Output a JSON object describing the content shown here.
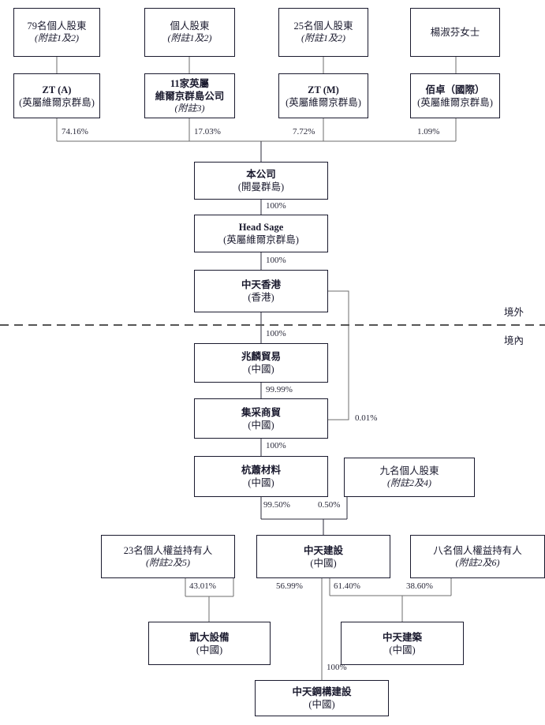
{
  "diagram": {
    "title": "Shareholding and corporate structure chart",
    "colors": {
      "box_border": "#1a1a2e",
      "wire": "#6d6d6d",
      "wire_dark": "#2a2a3a",
      "divider": "#555555",
      "text": "#1a1a2e",
      "background": "#ffffff"
    },
    "zone_labels": {
      "offshore": "境外",
      "onshore": "境內"
    },
    "nodes": [
      {
        "id": "n_79",
        "lines": [
          {
            "t": "79名個人股東",
            "s": "plain"
          },
          {
            "t": "(附註1及2)",
            "s": "ital"
          }
        ]
      },
      {
        "id": "n_indiv",
        "lines": [
          {
            "t": "個人股東",
            "s": "plain"
          },
          {
            "t": "(附註1及2)",
            "s": "ital"
          }
        ]
      },
      {
        "id": "n_25",
        "lines": [
          {
            "t": "25名個人股東",
            "s": "plain"
          },
          {
            "t": "(附註1及2)",
            "s": "ital"
          }
        ]
      },
      {
        "id": "n_yang",
        "lines": [
          {
            "t": "楊淑芬女士",
            "s": "plain"
          }
        ]
      },
      {
        "id": "n_zta",
        "lines": [
          {
            "t": "ZT (A)",
            "s": "bold"
          },
          {
            "t": "(英屬維爾京群島)",
            "s": "sub"
          }
        ]
      },
      {
        "id": "n_11bvi",
        "lines": [
          {
            "t": "11家英屬",
            "s": "bold"
          },
          {
            "t": "維爾京群島公司",
            "s": "bold"
          },
          {
            "t": "(附註3)",
            "s": "ital"
          }
        ]
      },
      {
        "id": "n_ztm",
        "lines": [
          {
            "t": "ZT (M)",
            "s": "bold"
          },
          {
            "t": "(英屬維爾京群島)",
            "s": "sub"
          }
        ]
      },
      {
        "id": "n_bozhuo",
        "lines": [
          {
            "t": "佰卓（國際）",
            "s": "bold"
          },
          {
            "t": "(英屬維爾京群島)",
            "s": "sub"
          }
        ]
      },
      {
        "id": "n_company",
        "lines": [
          {
            "t": "本公司",
            "s": "bold"
          },
          {
            "t": "(開曼群島)",
            "s": "sub"
          }
        ]
      },
      {
        "id": "n_headsage",
        "lines": [
          {
            "t": "Head Sage",
            "s": "bold"
          },
          {
            "t": "(英屬維爾京群島)",
            "s": "sub"
          }
        ]
      },
      {
        "id": "n_zthk",
        "lines": [
          {
            "t": "中天香港",
            "s": "bold"
          },
          {
            "t": "(香港)",
            "s": "sub"
          }
        ]
      },
      {
        "id": "n_zhaolin",
        "lines": [
          {
            "t": "兆麟貿易",
            "s": "bold"
          },
          {
            "t": "(中國)",
            "s": "sub"
          }
        ]
      },
      {
        "id": "n_jicai",
        "lines": [
          {
            "t": "集采商貿",
            "s": "bold"
          },
          {
            "t": "(中國)",
            "s": "sub"
          }
        ]
      },
      {
        "id": "n_hangxiao",
        "lines": [
          {
            "t": "杭蕭材料",
            "s": "bold"
          },
          {
            "t": "(中國)",
            "s": "sub"
          }
        ]
      },
      {
        "id": "n_nine",
        "lines": [
          {
            "t": "九名個人股東",
            "s": "plain"
          },
          {
            "t": "(附註2及4)",
            "s": "ital"
          }
        ]
      },
      {
        "id": "n_23holders",
        "lines": [
          {
            "t": "23名個人權益持有人",
            "s": "plain"
          },
          {
            "t": "(附註2及5)",
            "s": "ital"
          }
        ]
      },
      {
        "id": "n_ztjs",
        "lines": [
          {
            "t": "中天建設",
            "s": "bold"
          },
          {
            "t": "(中國)",
            "s": "sub"
          }
        ]
      },
      {
        "id": "n_8holders",
        "lines": [
          {
            "t": "八名個人權益持有人",
            "s": "plain"
          },
          {
            "t": "(附註2及6)",
            "s": "ital"
          }
        ]
      },
      {
        "id": "n_kaida",
        "lines": [
          {
            "t": "凱大設備",
            "s": "bold"
          },
          {
            "t": "(中國)",
            "s": "sub"
          }
        ]
      },
      {
        "id": "n_ztjz",
        "lines": [
          {
            "t": "中天建築",
            "s": "bold"
          },
          {
            "t": "(中國)",
            "s": "sub"
          }
        ]
      },
      {
        "id": "n_ztgg",
        "lines": [
          {
            "t": "中天鋼構建設",
            "s": "bold"
          },
          {
            "t": "(中國)",
            "s": "sub"
          }
        ]
      }
    ],
    "percentages": [
      {
        "id": "p_zta_company",
        "value": "74.16%",
        "from": "n_zta",
        "to": "n_company"
      },
      {
        "id": "p_11bvi_company",
        "value": "17.03%",
        "from": "n_11bvi",
        "to": "n_company"
      },
      {
        "id": "p_ztm_company",
        "value": "7.72%",
        "from": "n_ztm",
        "to": "n_company"
      },
      {
        "id": "p_bozhuo_company",
        "value": "1.09%",
        "from": "n_bozhuo",
        "to": "n_company"
      },
      {
        "id": "p_company_headsage",
        "value": "100%",
        "from": "n_company",
        "to": "n_headsage"
      },
      {
        "id": "p_headsage_zthk",
        "value": "100%",
        "from": "n_headsage",
        "to": "n_zthk"
      },
      {
        "id": "p_zthk_zhaolin",
        "value": "100%",
        "from": "n_zthk",
        "to": "n_zhaolin"
      },
      {
        "id": "p_zthk_jicai",
        "value": "0.01%",
        "from": "n_zthk",
        "to": "n_jicai"
      },
      {
        "id": "p_zhaolin_jicai",
        "value": "99.99%",
        "from": "n_zhaolin",
        "to": "n_jicai"
      },
      {
        "id": "p_jicai_hangxiao",
        "value": "100%",
        "from": "n_jicai",
        "to": "n_hangxiao"
      },
      {
        "id": "p_hangxiao_ztjs",
        "value": "99.50%",
        "from": "n_hangxiao",
        "to": "n_ztjs"
      },
      {
        "id": "p_nine_ztjs",
        "value": "0.50%",
        "from": "n_nine",
        "to": "n_ztjs"
      },
      {
        "id": "p_23holders_kaida",
        "value": "43.01%",
        "from": "n_23holders",
        "to": "n_kaida"
      },
      {
        "id": "p_ztjs_kaida",
        "value": "56.99%",
        "from": "n_ztjs",
        "to": "n_kaida"
      },
      {
        "id": "p_ztjs_ztjz",
        "value": "61.40%",
        "from": "n_ztjs",
        "to": "n_ztjz"
      },
      {
        "id": "p_8holders_ztjz",
        "value": "38.60%",
        "from": "n_8holders",
        "to": "n_ztjz"
      },
      {
        "id": "p_ztjs_ztgg",
        "value": "100%",
        "from": "n_ztjs",
        "to": "n_ztgg"
      }
    ]
  }
}
